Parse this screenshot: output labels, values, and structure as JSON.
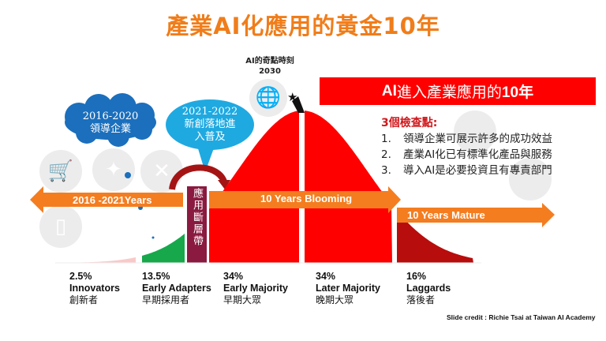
{
  "title": "產業AI化應用的黃金10年",
  "singularity": {
    "label": "AI的奇點時刻",
    "year": "2030"
  },
  "banner": {
    "prefix": "AI",
    "middle": " 進入產業應用的",
    "suffix": "10年"
  },
  "checklist": {
    "heading": "3個檢查點:",
    "items": [
      {
        "num": "1.",
        "text": "領導企業可展示許多的成功效益"
      },
      {
        "num": "2.",
        "text": "產業AI化已有標準化產品與服務"
      },
      {
        "num": "3.",
        "text": "導入AI是必要投資且有專責部門"
      }
    ]
  },
  "cloud": {
    "years": "2016-2020",
    "text": "領導企業"
  },
  "bubble": {
    "years": "2021-2022",
    "line1": "新創落地進",
    "line2": "入普及"
  },
  "chasm": {
    "text": "應用斷層帶"
  },
  "arrows": {
    "past": "2016 -2021Years",
    "blooming": "10 Years Blooming",
    "mature": "10 Years Mature"
  },
  "segments": [
    {
      "pct": "2.5%",
      "en": "Innovators",
      "zh": "創新者",
      "color": "#f9c9c9"
    },
    {
      "pct": "13.5%",
      "en": "Early Adapters",
      "zh": "早期採用者",
      "color": "#17a84b"
    },
    {
      "pct": "34%",
      "en": "Early Majority",
      "zh": "早期大眾",
      "color": "#ff0000"
    },
    {
      "pct": "34%",
      "en": "Later Majority",
      "zh": "晚期大眾",
      "color": "#ff0000"
    },
    {
      "pct": "16%",
      "en": "Laggards",
      "zh": "落後者",
      "color": "#b80d0d"
    }
  ],
  "credit": "Slide credit : Richie Tsai at Taiwan AI Academy",
  "colors": {
    "title": "#f07d1a",
    "arrow": "#f47d20",
    "banner": "#ff0000",
    "cloud": "#1b6fbd",
    "bubble": "#1fa9e1",
    "chasm": "#8a1a40"
  }
}
